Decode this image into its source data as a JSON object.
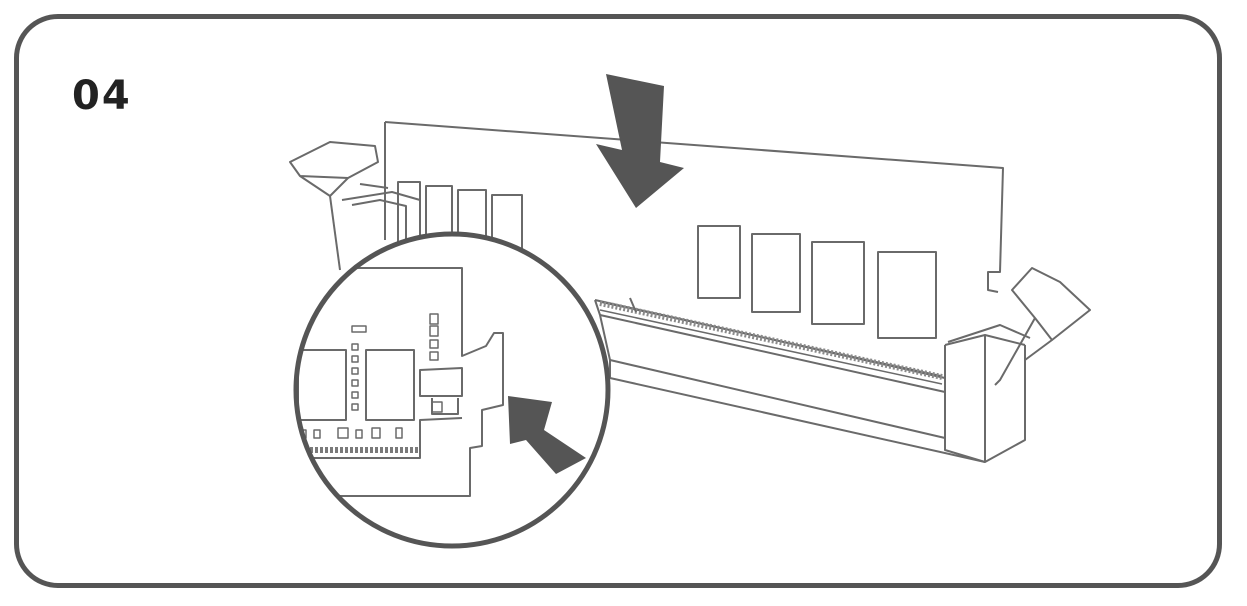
{
  "step": {
    "number": "04"
  },
  "colors": {
    "line": "#6a6a6a",
    "arrow": "#555555",
    "frame": "#555555",
    "text": "#222222"
  },
  "figure": {
    "subject": "memory-module-insertion",
    "icons": [
      "down-arrow-icon",
      "diagonal-arrow-icon",
      "magnifier-circle"
    ]
  }
}
